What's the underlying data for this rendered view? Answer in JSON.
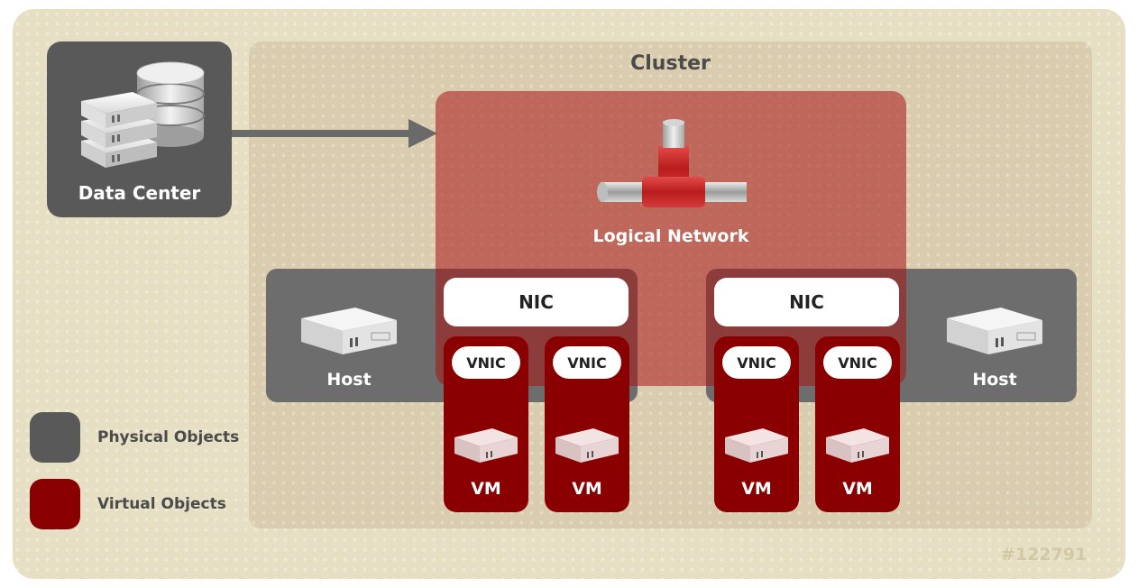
{
  "diagram": {
    "cluster_title": "Cluster",
    "data_center_label": "Data Center",
    "logical_network_label": "Logical Network",
    "hosts": [
      {
        "label": "Host",
        "nic": "NIC",
        "vms": [
          {
            "vnic": "VNIC",
            "label": "VM"
          },
          {
            "vnic": "VNIC",
            "label": "VM"
          }
        ]
      },
      {
        "label": "Host",
        "nic": "NIC",
        "vms": [
          {
            "vnic": "VNIC",
            "label": "VM"
          },
          {
            "vnic": "VNIC",
            "label": "VM"
          }
        ]
      }
    ],
    "legend": [
      {
        "label": "Physical Objects",
        "color": "#595959"
      },
      {
        "label": "Virtual Objects",
        "color": "#8a0000"
      }
    ],
    "image_id": "#122791"
  }
}
